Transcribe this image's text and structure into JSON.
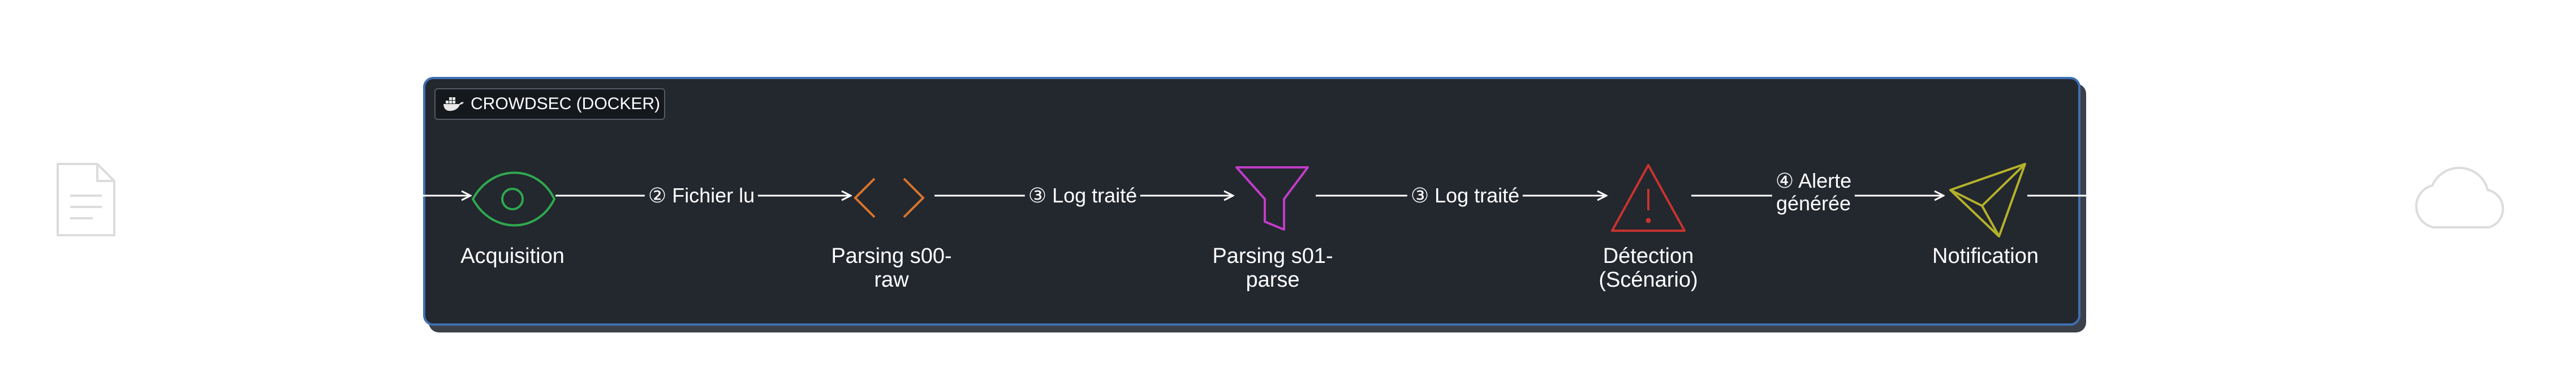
{
  "group": {
    "title": "CROWDSEC (DOCKER)",
    "icon": "docker-icon"
  },
  "external_nodes": [
    {
      "id": "log-file",
      "icon": "document-icon"
    },
    {
      "id": "cloud",
      "icon": "cloud-icon"
    }
  ],
  "nodes": [
    {
      "id": "acquisition",
      "label": "Acquisition",
      "icon": "eye-icon",
      "color": "#2fa84f"
    },
    {
      "id": "parsing-s00",
      "label_line1": "Parsing s00-",
      "label_line2": "raw",
      "icon": "code-brackets-icon",
      "color": "#d9742b"
    },
    {
      "id": "parsing-s01",
      "label_line1": "Parsing s01-",
      "label_line2": "parse",
      "icon": "funnel-icon",
      "color": "#c23cc8"
    },
    {
      "id": "detection",
      "label_line1": "Détection",
      "label_line2": "(Scénario)",
      "icon": "warning-icon",
      "color": "#c8332f"
    },
    {
      "id": "notification",
      "label": "Notification",
      "icon": "send-icon",
      "color": "#b5b22a"
    }
  ],
  "edges": [
    {
      "from": "acquisition",
      "to": "parsing-s00",
      "label": "② Fichier lu"
    },
    {
      "from": "parsing-s00",
      "to": "parsing-s01",
      "label": "③ Log traité"
    },
    {
      "from": "parsing-s01",
      "to": "detection",
      "label": "③ Log traité"
    },
    {
      "from": "detection",
      "to": "notification",
      "label_line1": "④ Alerte",
      "label_line2": "générée"
    }
  ],
  "colors": {
    "panel_bg": "#23272e",
    "panel_border": "#3f6fb0",
    "edge": "#ffffff",
    "external_icon": "#d4d4d4"
  }
}
